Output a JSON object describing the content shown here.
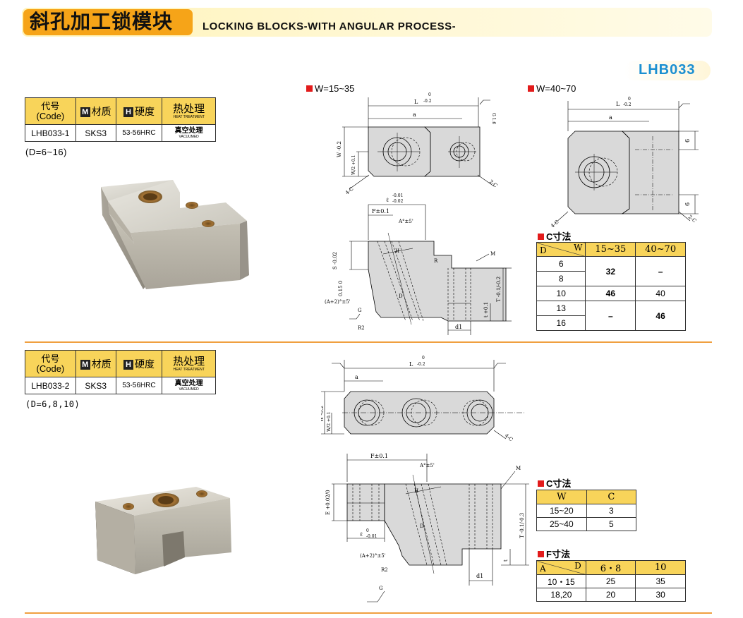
{
  "header": {
    "title_cn": "斜孔加工锁模块",
    "title_en": "LOCKING BLOCKS-WITH ANGULAR PROCESS-",
    "product_code": "LHB033"
  },
  "colors": {
    "accent": "#f6a418",
    "table_header": "#f8d45a",
    "code_text": "#1b8fd1",
    "divider": "#f0a040",
    "marker": "#e21b1b"
  },
  "spec_header": {
    "code_label": "代号",
    "code_sub": "(Code)",
    "material_icon": "M",
    "material_label": "材质",
    "hardness_icon": "H",
    "hardness_label": "硬度",
    "heat_label": "热处理",
    "heat_sub": "HEAT TREATMENT"
  },
  "products": [
    {
      "code": "LHB033-1",
      "material": "SKS3",
      "hardness": "53-56HRC",
      "heat": "真空处理",
      "heat_sub": "VACUUMED",
      "d_range": "(D=6~16)"
    },
    {
      "code": "LHB033-2",
      "material": "SKS3",
      "hardness": "53-56HRC",
      "heat": "真空处理",
      "heat_sub": "VACUUMED",
      "d_range": "(D=6,8,10)"
    }
  ],
  "drawing_labels": {
    "w_small": "W=15~35",
    "w_large": "W=40~70",
    "c_size": "C寸法",
    "f_size": "F寸法"
  },
  "c_table_1": {
    "corner_d": "D",
    "corner_w": "W",
    "col1": "15~35",
    "col2": "40~70",
    "rows": [
      {
        "d": "6",
        "v1": "",
        "v2": ""
      },
      {
        "d": "8",
        "v1": "32",
        "v2": "–"
      },
      {
        "d": "10",
        "v1": "46",
        "v2": "40"
      },
      {
        "d": "13",
        "v1": "",
        "v2": ""
      },
      {
        "d": "16",
        "v1": "–",
        "v2": "46"
      }
    ]
  },
  "c_table_2": {
    "h_w": "W",
    "h_c": "C",
    "rows": [
      {
        "w": "15~20",
        "c": "3"
      },
      {
        "w": "25~40",
        "c": "5"
      }
    ]
  },
  "f_table": {
    "corner_a": "A",
    "corner_d": "D",
    "col1": "6・8",
    "col2": "10",
    "rows": [
      {
        "a": "10・15",
        "v1": "25",
        "v2": "35"
      },
      {
        "a": "18,20",
        "v1": "20",
        "v2": "30"
      }
    ]
  },
  "dims": {
    "L": "L",
    "L_tol_top": "0",
    "L_tol_bot": "-0.2",
    "a": "a",
    "W": "W",
    "W_tol": "0\n-0.2",
    "W2": "W/2",
    "W2_tol": "+0.1",
    "C": "4-C",
    "C2": "2-C",
    "G": "G",
    "G16": "1.6",
    "l": "ℓ",
    "l_tol_top": "-0.01",
    "l_tol_bot": "-0.02",
    "F": "F±0.1",
    "A5": "A°±5'",
    "S": "S",
    "S_tol": "0\n-0.02",
    "R": "R",
    "M": "M",
    "T": "T",
    "T_tol": "-0.1\n-0.2",
    "t": "t",
    "t_tol": "+0.1",
    "d1": "d1",
    "H": "H",
    "D": "D",
    "A2": "(A+2)°±5'",
    "R2": "R2",
    "E": "E",
    "E_tol": "+0.02\n0",
    "015": "0.15\n0",
    "T_tol2": "-0.1\n-0.3",
    "l2_tol": "0\n-0.01",
    "g6": "6"
  }
}
